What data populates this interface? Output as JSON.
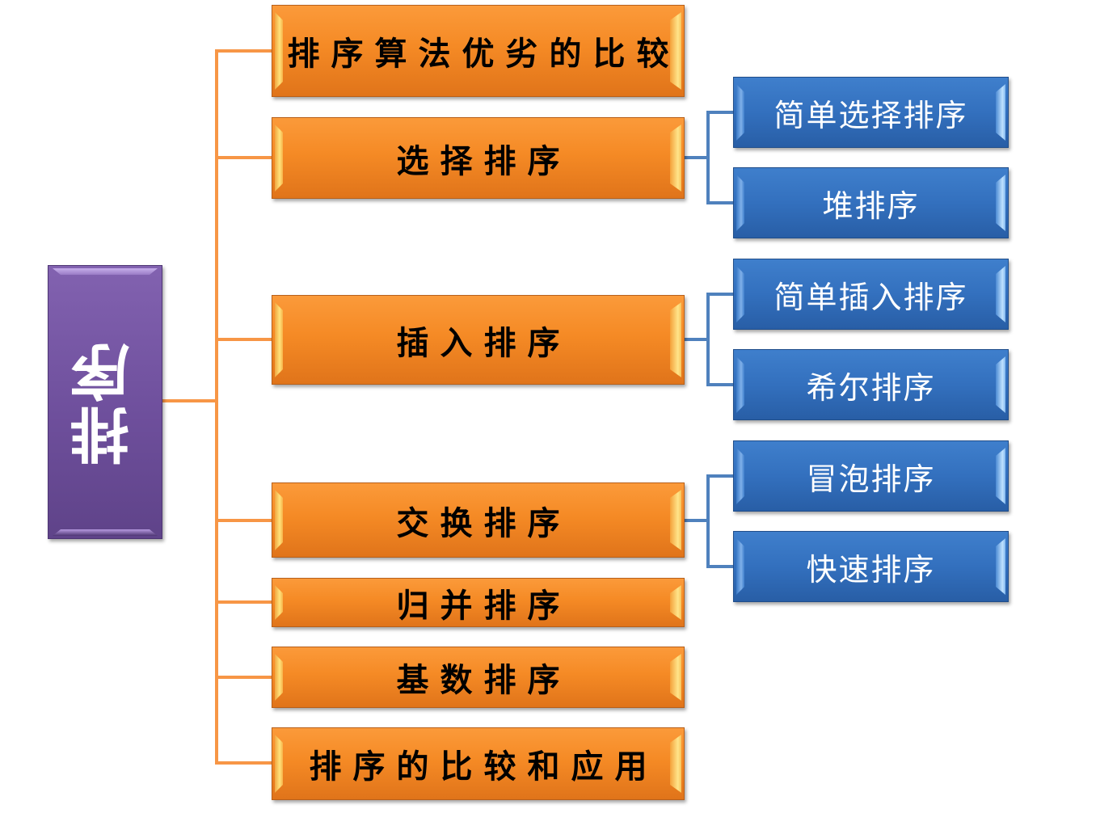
{
  "diagram": {
    "root": {
      "label": "排序",
      "color": "#7b5ea7"
    },
    "branch_color": "#f79646",
    "sub_branch_color": "#4f81bd",
    "categories": [
      {
        "label": "排序算法优劣的比较",
        "children": []
      },
      {
        "label": "选择排序",
        "children": [
          {
            "label": "简单选择排序"
          },
          {
            "label": "堆排序"
          }
        ]
      },
      {
        "label": "插入排序",
        "children": [
          {
            "label": "简单插入排序"
          },
          {
            "label": "希尔排序"
          }
        ]
      },
      {
        "label": "交换排序",
        "children": [
          {
            "label": "冒泡排序"
          },
          {
            "label": "快速排序"
          }
        ]
      },
      {
        "label": "归并排序",
        "children": []
      },
      {
        "label": "基数排序",
        "children": []
      },
      {
        "label": "排序的比较和应用",
        "children": []
      }
    ],
    "category_color": "#f68b24",
    "leaf_color": "#3572c0"
  }
}
